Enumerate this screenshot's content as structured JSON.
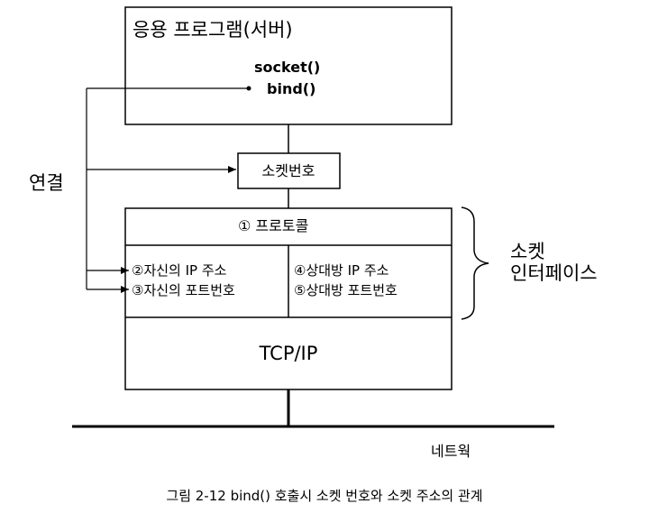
{
  "app_box": {
    "title": "응용 프로그램(서버)",
    "call1": "socket()",
    "call2": "bind()"
  },
  "socket_number_box": {
    "label": "소켓번호"
  },
  "connection_label": "연결",
  "socket_interface": {
    "protocol": "① 프로토콜",
    "local_ip": "②자신의 IP 주소",
    "local_port": "③자신의 포트번호",
    "remote_ip": "④상대방 IP 주소",
    "remote_port": "⑤상대방 포트번호",
    "brace_label_line1": "소켓",
    "brace_label_line2": "인터페이스"
  },
  "tcpip_label": "TCP/IP",
  "network_label": "네트웍",
  "caption": "그림 2-12 bind() 호출시 소켓 번호와 소켓 주소의 관계"
}
